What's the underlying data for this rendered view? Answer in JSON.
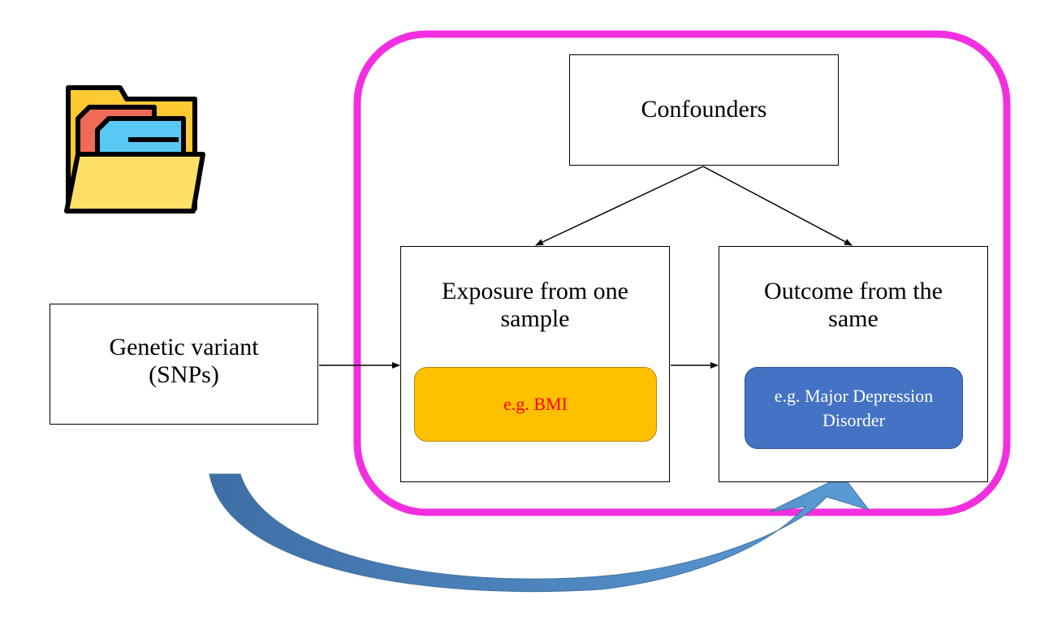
{
  "colors": {
    "frame": "#f22fe0",
    "exposure_fill": "#ffc000",
    "exposure_text": "#ff0000",
    "outcome_fill": "#4472c4",
    "outcome_text": "#ffffff",
    "arrow_curve_dark": "#3f6ea6",
    "arrow_curve_light": "#5b9bd5"
  },
  "icons": {
    "folder": "folder-icon"
  },
  "nodes": {
    "genetic": {
      "line1": "Genetic variant",
      "line2": "(SNPs)"
    },
    "confounders": {
      "label": "Confounders"
    },
    "exposure": {
      "line1": "Exposure from one",
      "line2": "sample",
      "example": "e.g. BMI"
    },
    "outcome": {
      "line1": "Outcome from the",
      "line2": "same",
      "example_line1": "e.g. Major Depression",
      "example_line2": "Disorder"
    }
  },
  "edges": [
    {
      "from": "genetic",
      "to": "exposure"
    },
    {
      "from": "exposure",
      "to": "outcome"
    },
    {
      "from": "confounders",
      "to": "exposure"
    },
    {
      "from": "confounders",
      "to": "outcome"
    },
    {
      "from": "genetic",
      "to": "outcome",
      "style": "curved-block-arrow"
    }
  ]
}
